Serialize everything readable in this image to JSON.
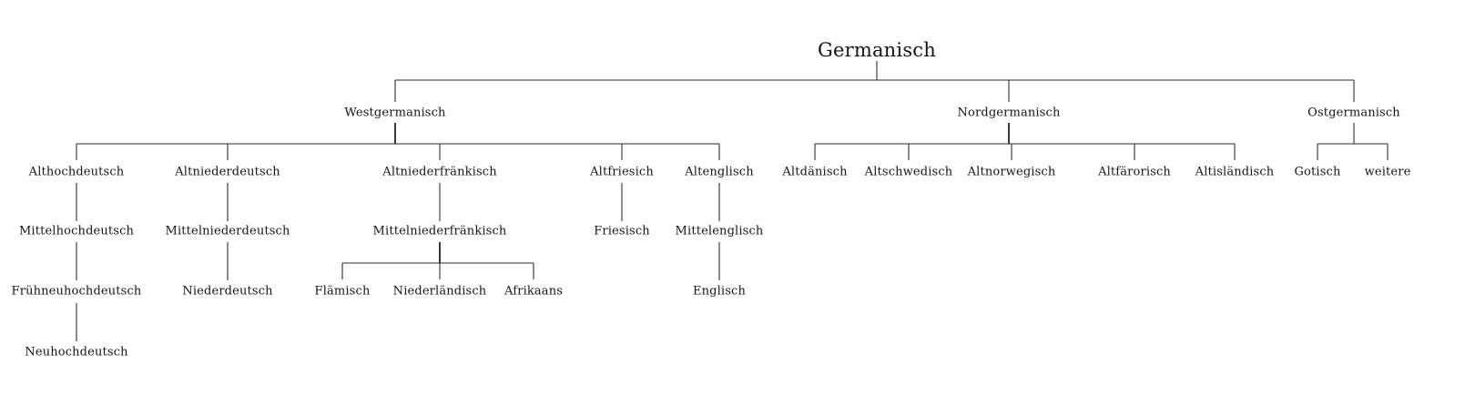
{
  "diagram": {
    "type": "family-tree",
    "subject": "Germanic languages genealogy",
    "colors": {
      "background": "#ffffff",
      "line": "#2e2e2e",
      "text": "#141414"
    }
  },
  "tree": {
    "label": "Germanisch",
    "children": [
      {
        "label": "Westgermanisch",
        "children": [
          {
            "label": "Althochdeutsch",
            "children": [
              {
                "label": "Mittelhochdeutsch",
                "children": [
                  {
                    "label": "Frühneuhochdeutsch",
                    "children": [
                      {
                        "label": "Neuhochdeutsch"
                      }
                    ]
                  }
                ]
              }
            ]
          },
          {
            "label": "Altniederdeutsch",
            "children": [
              {
                "label": "Mittelniederdeutsch",
                "children": [
                  {
                    "label": "Niederdeutsch"
                  }
                ]
              }
            ]
          },
          {
            "label": "Altniederfränkisch",
            "children": [
              {
                "label": "Mittelniederfränkisch",
                "children": [
                  {
                    "label": "Flämisch"
                  },
                  {
                    "label": "Niederländisch"
                  },
                  {
                    "label": "Afrikaans"
                  }
                ]
              }
            ]
          },
          {
            "label": "Altfriesich",
            "children": [
              {
                "label": "Friesisch"
              }
            ]
          },
          {
            "label": "Altenglisch",
            "children": [
              {
                "label": "Mittelenglisch",
                "children": [
                  {
                    "label": "Englisch"
                  }
                ]
              }
            ]
          }
        ]
      },
      {
        "label": "Nordgermanisch",
        "children": [
          {
            "label": "Altdänisch"
          },
          {
            "label": "Altschwedisch"
          },
          {
            "label": "Altnorwegisch"
          },
          {
            "label": "Altfärorisch"
          },
          {
            "label": "Altisländisch"
          }
        ]
      },
      {
        "label": "Ostgermanisch",
        "children": [
          {
            "label": "Gotisch"
          },
          {
            "label": "weitere"
          }
        ]
      }
    ]
  }
}
